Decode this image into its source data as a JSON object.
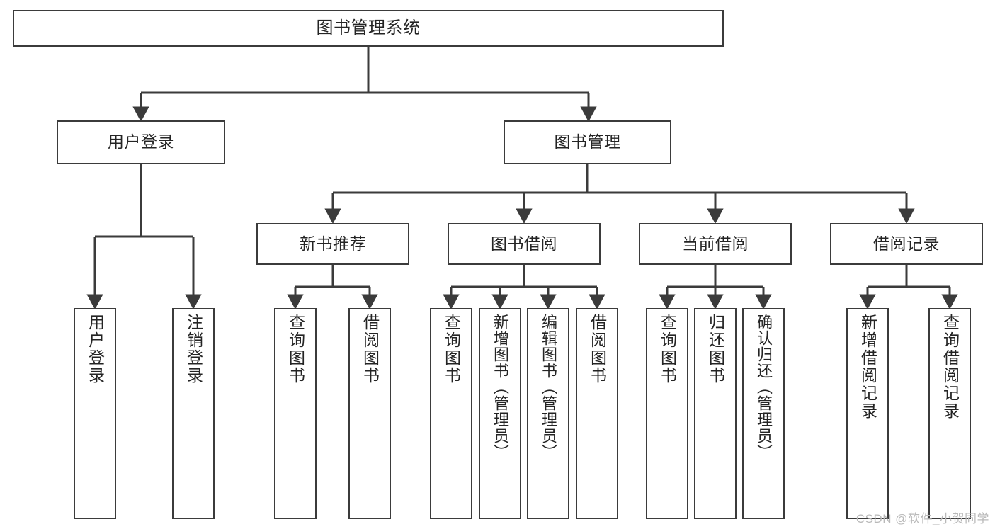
{
  "diagram": {
    "title": "图书管理系统",
    "watermark": "CSDN @软件_小贺同学",
    "colors": {
      "stroke": "#3b3b3b",
      "text": "#242424",
      "background": "#ffffff",
      "watermark": "#b9b9b9"
    },
    "nodes": {
      "root": {
        "label": "图书管理系统"
      },
      "level2": [
        {
          "label": "用户登录"
        },
        {
          "label": "图书管理"
        }
      ],
      "level3": [
        {
          "label": "新书推荐"
        },
        {
          "label": "图书借阅"
        },
        {
          "label": "当前借阅"
        },
        {
          "label": "借阅记录"
        }
      ],
      "leaves": {
        "user_login": [
          {
            "label": "用户登录"
          },
          {
            "label": "注销登录"
          }
        ],
        "new_book_recommend": [
          {
            "label": "查询图书"
          },
          {
            "label": "借阅图书"
          }
        ],
        "book_borrow": [
          {
            "label": "查询图书"
          },
          {
            "label": "新增图书（管理员）"
          },
          {
            "label": "编辑图书（管理员）"
          },
          {
            "label": "借阅图书"
          }
        ],
        "current_borrow": [
          {
            "label": "查询图书"
          },
          {
            "label": "归还图书"
          },
          {
            "label": "确认归还（管理员）"
          }
        ],
        "borrow_record": [
          {
            "label": "新增借阅记录"
          },
          {
            "label": "查询借阅记录"
          }
        ]
      }
    }
  }
}
